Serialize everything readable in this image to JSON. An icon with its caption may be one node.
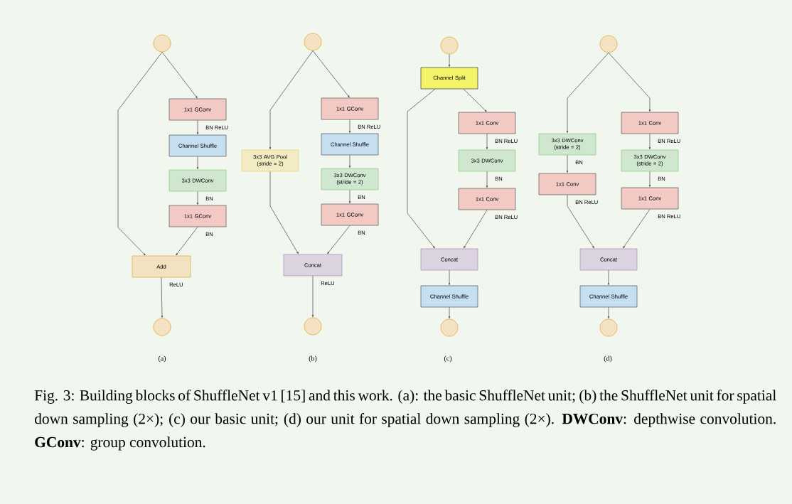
{
  "diagram": {
    "caption": "Fig. 3: Building blocks of ShuffleNet v1 [15] and this work. (a): the basic ShuffleNet unit; (b) the ShuffleNet unit for spatial down sampling (2×); (c) our basic unit; (d) our unit for spatial down sampling (2×). **DWConv**: depthwise convolution. **GConv**: group convolution.",
    "nodes": [
      {
        "text": [],
        "shape": "circle"
      },
      {
        "text": [
          "1x1 GConv"
        ]
      },
      {
        "text": [
          "Channel Shuffle"
        ]
      },
      {
        "text": [
          "3x3 DWConv"
        ]
      },
      {
        "text": [
          "1x1 GConv"
        ]
      },
      {
        "text": [
          "Add"
        ]
      },
      {
        "text": [],
        "shape": "circle"
      },
      {
        "text": [],
        "shape": "circle"
      },
      {
        "text": [
          "1x1 GConv"
        ]
      },
      {
        "text": [
          "3x3 AVG Pool (stride = 2)"
        ]
      },
      {
        "text": [
          "Channel Shuffle"
        ]
      },
      {
        "text": [
          "3x3 DWConv (stride = 2)"
        ]
      },
      {
        "text": [
          "1x1 GConv"
        ]
      },
      {
        "text": [
          "Concat"
        ]
      },
      {
        "text": [],
        "shape": "circle"
      },
      {
        "text": [],
        "shape": "circle"
      },
      {
        "text": [
          "Channel Split"
        ]
      },
      {
        "text": [
          "1x1 Conv"
        ]
      },
      {
        "text": [
          "3x3 DWConv"
        ]
      },
      {
        "text": [
          "1x1 Conv"
        ]
      },
      {
        "text": [
          "Concat"
        ]
      },
      {
        "text": [
          "Channel Shuffle"
        ]
      },
      {
        "text": [],
        "shape": "circle"
      },
      {
        "text": [],
        "shape": "circle"
      },
      {
        "text": [
          "1x1 Conv"
        ]
      },
      {
        "text": [
          "3x3 DWConv (stride = 2)"
        ]
      },
      {
        "text": [
          "3x3 DWConv (stride = 2)"
        ]
      },
      {
        "text": [
          "1x1 Conv"
        ]
      },
      {
        "text": [
          "1x1 Conv"
        ]
      },
      {
        "text": [
          "Concat"
        ]
      },
      {
        "text": [
          "Channel Shuffle"
        ]
      },
      {
        "text": [],
        "shape": "circle"
      }
    ],
    "edges": [
      {
        "from": 0,
        "to": 1,
        "arrow": "to"
      },
      {
        "from": 0,
        "to": 5,
        "arrow": "to"
      },
      {
        "from": 1,
        "to": 2,
        "arrow": "to",
        "label": "BN ReLU"
      },
      {
        "from": 2,
        "to": 3,
        "arrow": "to"
      },
      {
        "from": 3,
        "to": 4,
        "arrow": "to",
        "label": "BN"
      },
      {
        "from": 4,
        "to": 5,
        "arrow": "to",
        "label": "BN"
      },
      {
        "from": 5,
        "to": 6,
        "arrow": "to",
        "label": "ReLU"
      },
      {
        "from": 7,
        "to": 8,
        "arrow": "to"
      },
      {
        "from": 7,
        "to": 9,
        "arrow": "to"
      },
      {
        "from": 8,
        "to": 10,
        "arrow": "to",
        "label": "BN ReLU"
      },
      {
        "from": 10,
        "to": 11,
        "arrow": "to"
      },
      {
        "from": 11,
        "to": 12,
        "arrow": "to",
        "label": "BN"
      },
      {
        "from": 12,
        "to": 13,
        "arrow": "to",
        "label": "BN"
      },
      {
        "from": 9,
        "to": 13,
        "arrow": "to"
      },
      {
        "from": 13,
        "to": 14,
        "arrow": "to",
        "label": "ReLU"
      },
      {
        "from": 15,
        "to": 16,
        "arrow": "to"
      },
      {
        "from": 16,
        "to": 17,
        "arrow": "to"
      },
      {
        "from": 16,
        "to": 20,
        "arrow": "to"
      },
      {
        "from": 17,
        "to": 18,
        "arrow": "to",
        "label": "BN ReLU"
      },
      {
        "from": 18,
        "to": 19,
        "arrow": "to",
        "label": "BN"
      },
      {
        "from": 19,
        "to": 20,
        "arrow": "to",
        "label": "BN ReLU"
      },
      {
        "from": 20,
        "to": 21,
        "arrow": "to"
      },
      {
        "from": 21,
        "to": 22,
        "arrow": "to"
      },
      {
        "from": 23,
        "to": 25,
        "arrow": "to"
      },
      {
        "from": 23,
        "to": 24,
        "arrow": "to"
      },
      {
        "from": 24,
        "to": 26,
        "arrow": "to",
        "label": "BN ReLU"
      },
      {
        "from": 25,
        "to": 27,
        "arrow": "to",
        "label": "BN"
      },
      {
        "from": 26,
        "to": 28,
        "arrow": "to",
        "label": "BN"
      },
      {
        "from": 27,
        "to": 29,
        "arrow": "to",
        "label": "BN ReLU"
      },
      {
        "from": 28,
        "to": 29,
        "arrow": "to",
        "label": "BN ReLU"
      },
      {
        "from": 29,
        "to": 30,
        "arrow": "to"
      },
      {
        "from": 30,
        "to": 31,
        "arrow": "to"
      }
    ],
    "labels": [
      "(a)",
      "(b)",
      "(c)",
      "(d)"
    ]
  }
}
